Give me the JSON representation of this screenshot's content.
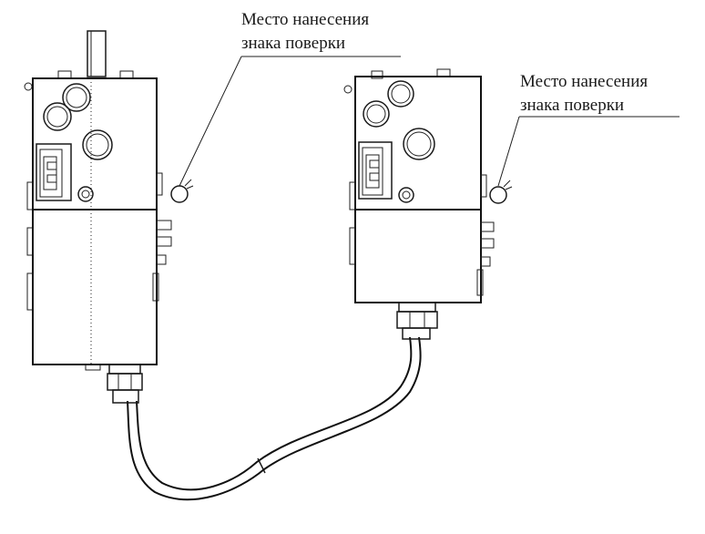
{
  "labels": {
    "mark_place_left": {
      "line1": "Место нанесения",
      "line2": "знака поверки"
    },
    "mark_place_right": {
      "line1": "Место нанесения",
      "line2": "знака поверки"
    }
  },
  "colors": {
    "line": "#1a1a1a",
    "background": "#ffffff"
  }
}
